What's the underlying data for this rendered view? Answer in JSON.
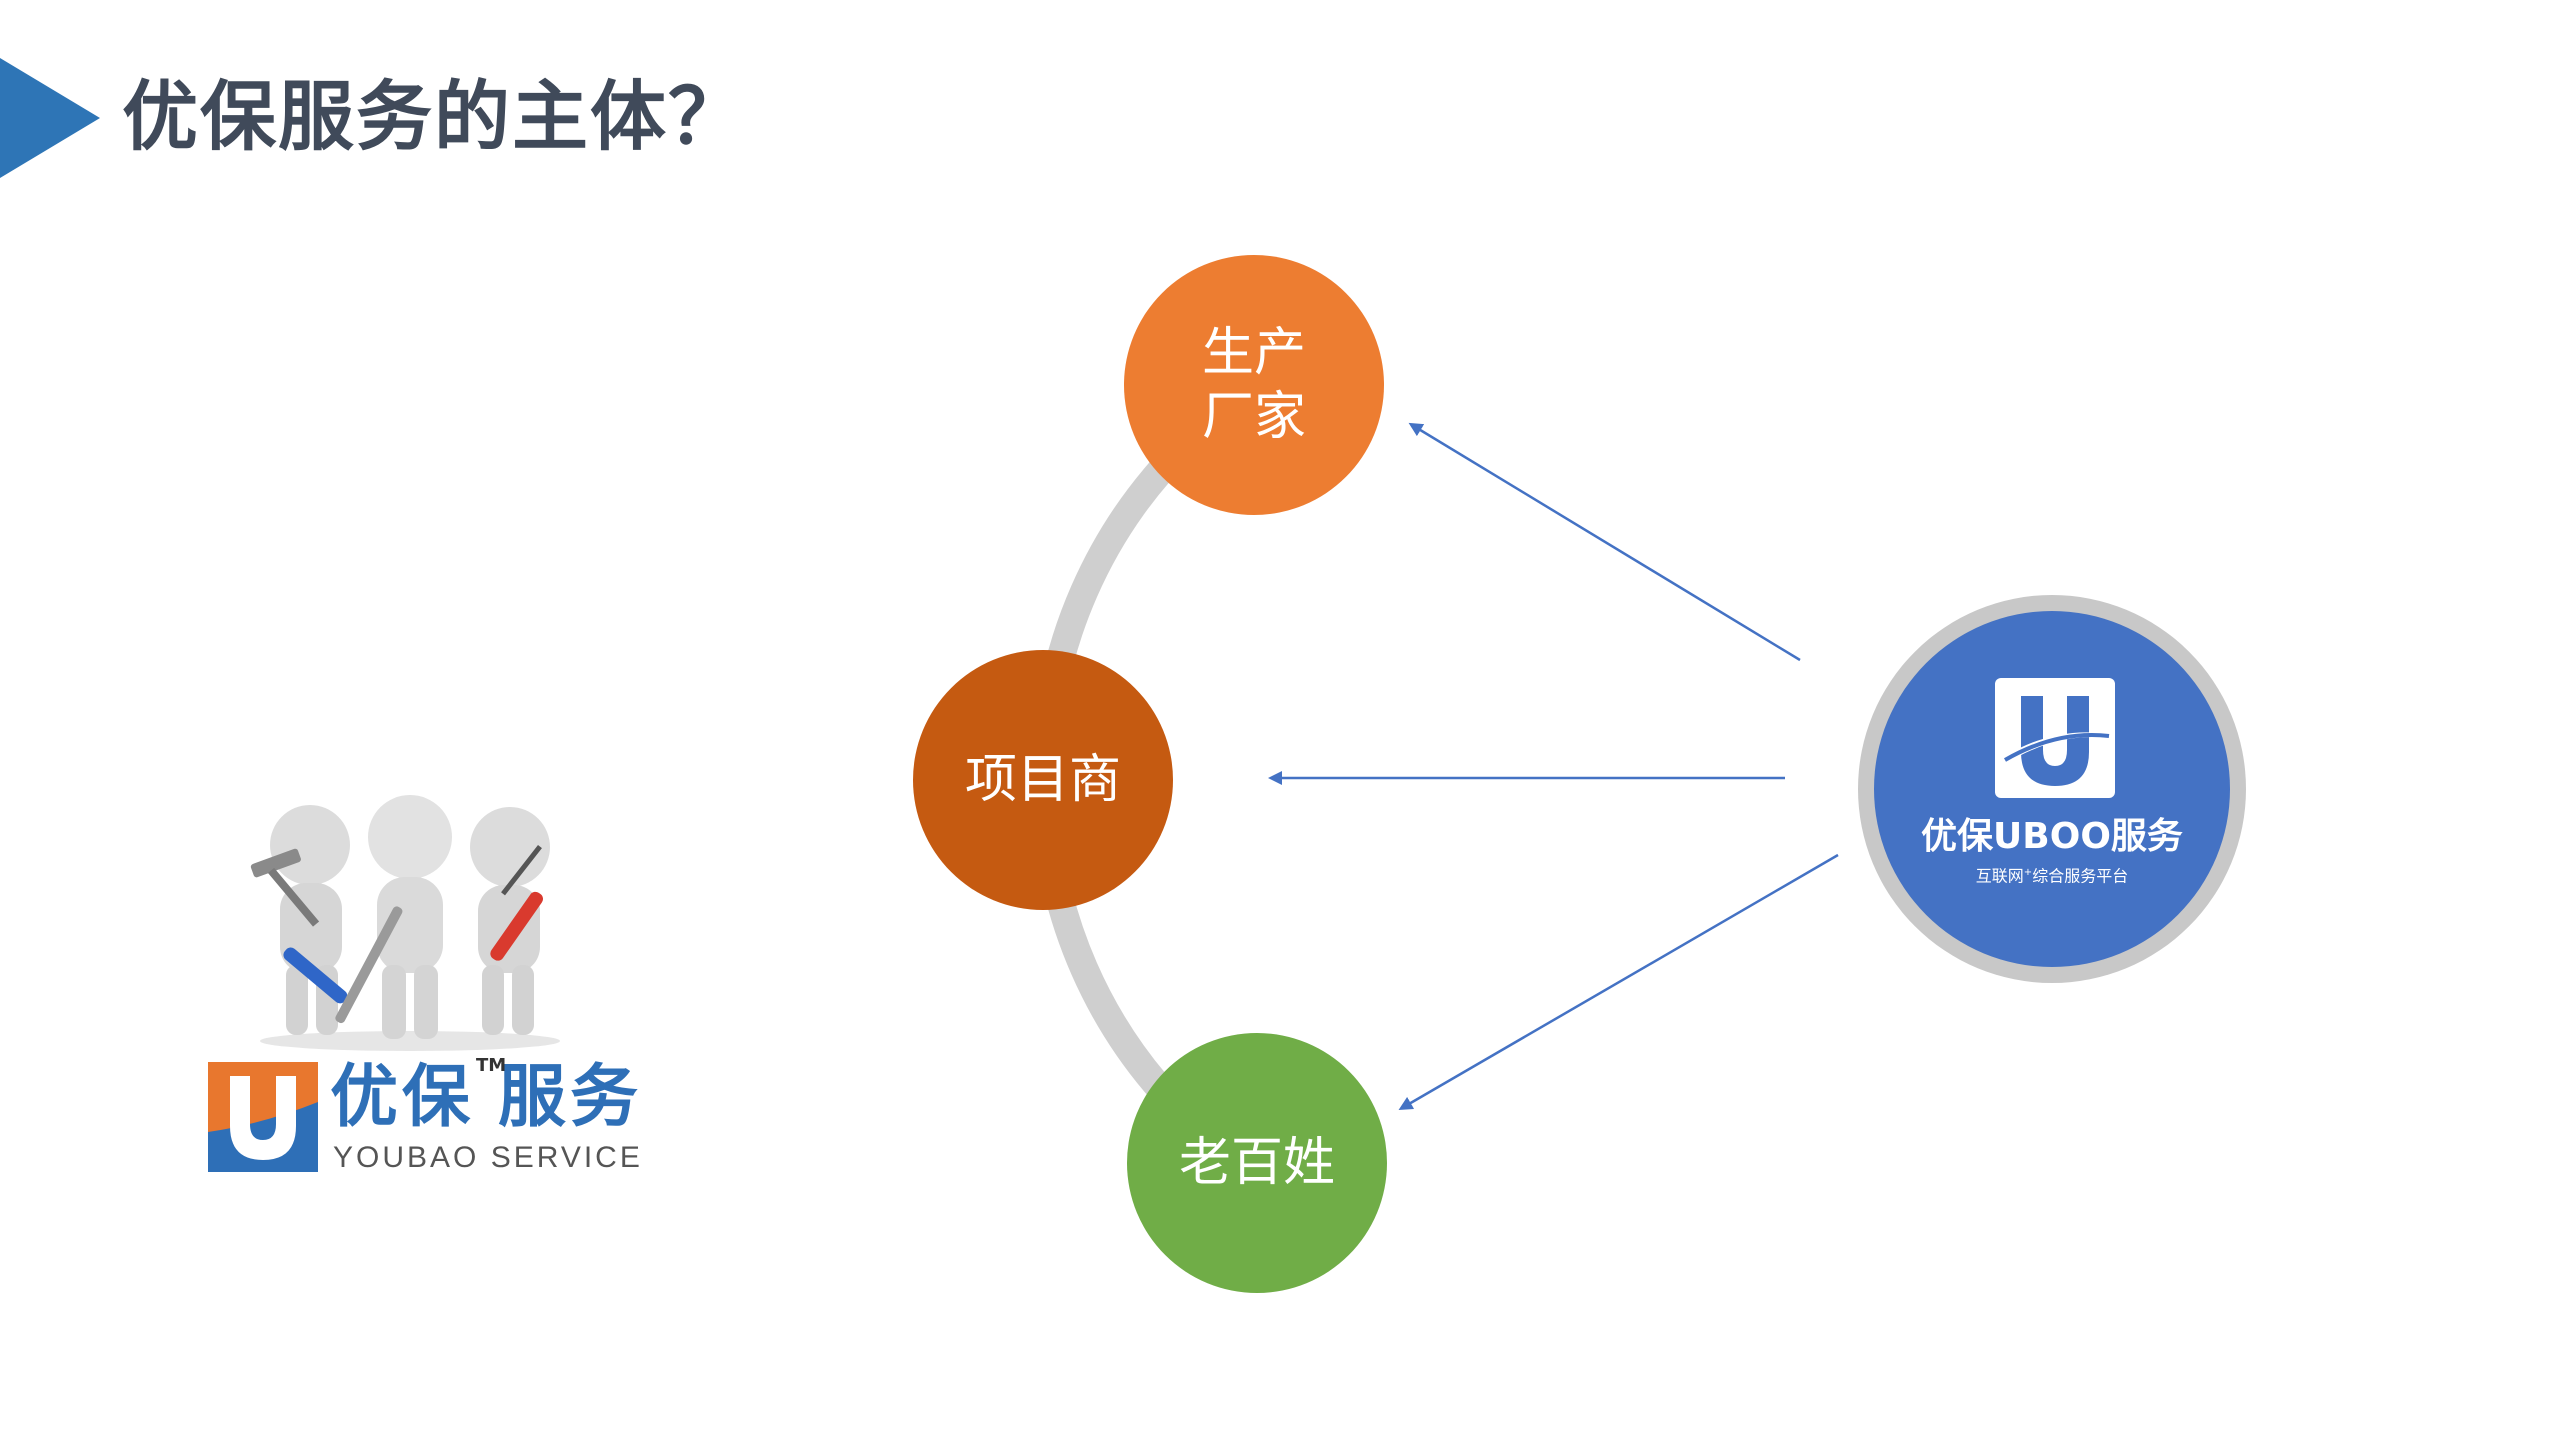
{
  "slide": {
    "title": "优保服务的主体？"
  },
  "diagram": {
    "nodes": [
      {
        "id": "manufacturer",
        "label": "生产\n厂家",
        "color": "#ed7d31"
      },
      {
        "id": "contractor",
        "label": "项目商",
        "color": "#c55a11"
      },
      {
        "id": "public",
        "label": "老百姓",
        "color": "#70ad47"
      }
    ],
    "hub": {
      "name": "优保UBOO服务",
      "slogan_prefix": "互联网",
      "slogan_sup": "+",
      "slogan_suffix": "综合服务平台",
      "color": "#4472c4",
      "ring_color": "#c8c8c8"
    },
    "arc_color": "#cfcfcf",
    "arrow_color": "#4472c4"
  },
  "logo": {
    "cn_name": "优保",
    "cn_service": "服务",
    "tm": "TM",
    "en_name": "YOUBAO SERVICE",
    "accent_orange": "#e8772e",
    "accent_blue": "#2e6fb7"
  },
  "accent": {
    "header_triangle": "#2e75b6"
  }
}
